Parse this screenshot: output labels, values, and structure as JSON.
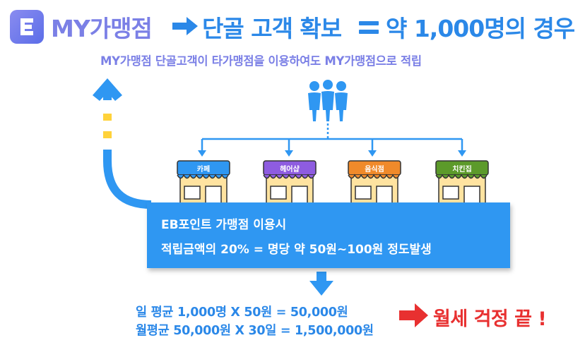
{
  "header": {
    "logo_letter": "E",
    "brand": "MY가맹점",
    "result": "단골 고객 확보",
    "case": "약 1,000명의 경우"
  },
  "subtitle": "MY가맹점 단골고객이 타가맹점을 이용하여도 MY가맹점으로 적립",
  "shops": [
    {
      "label": "카페",
      "color": "#2f97f2"
    },
    {
      "label": "헤어샵",
      "color": "#8e5ce0"
    },
    {
      "label": "음식점",
      "color": "#f08a2a"
    },
    {
      "label": "치킨집",
      "color": "#5c9a2a"
    }
  ],
  "info": {
    "line1": "EB포인트 가맹점 이용시",
    "line2": "적립금액의 20% = 명당 약 50원~100원 정도발생"
  },
  "calc": {
    "daily": "일 평균 1,000명 X 50원 = 50,000원",
    "monthly": "월평균 50,000원 X 30일 = 1,500,000원"
  },
  "conclusion": "월세 걱정 끝 !",
  "colors": {
    "purple": "#7b80e6",
    "blue": "#2b88e8",
    "box": "#2f97f2",
    "red": "#e83030",
    "yellow": "#ffd23a"
  }
}
